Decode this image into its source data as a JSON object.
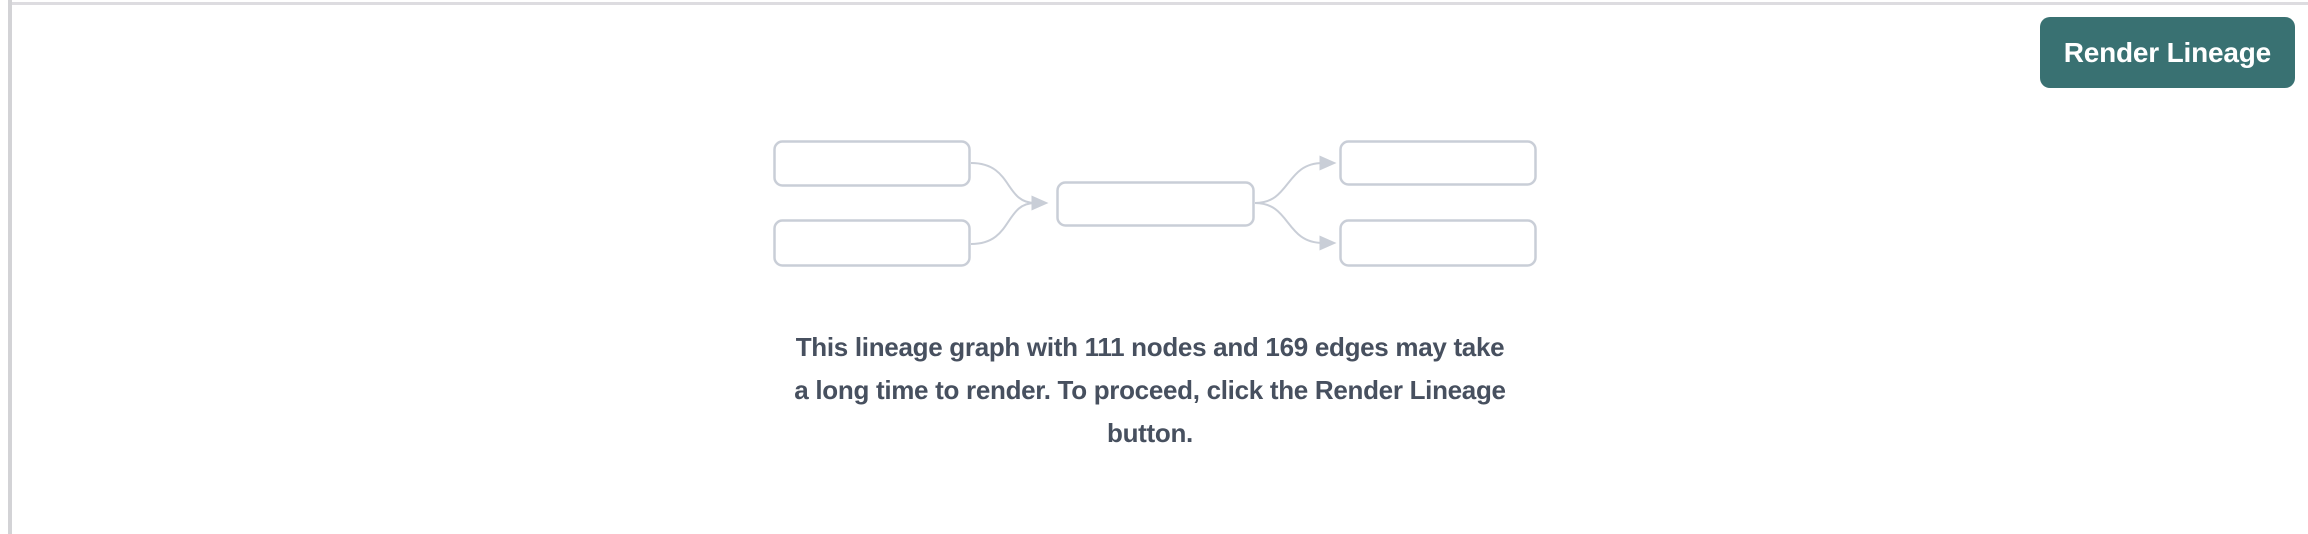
{
  "toolbar": {
    "render_button_label": "Render Lineage"
  },
  "message": {
    "full_text": "This lineage graph with 111 nodes and 169 edges may take a long time to render. To proceed, click the Render Lineage button.",
    "lines": [
      "This lineage graph with 111 nodes and 169 edges may take",
      "a long time to render. To proceed, click the Render Lineage",
      "button."
    ],
    "node_count": 111,
    "edge_count": 169
  },
  "icons": {
    "diagram": "lineage-graph-placeholder-icon"
  },
  "colors": {
    "button_bg": "#397172",
    "button_text": "#ffffff",
    "message_text": "#47505f",
    "diagram_stroke": "#c9ced7",
    "top_border": "#dddce0",
    "resize_gutter": "#d3d3d6"
  }
}
